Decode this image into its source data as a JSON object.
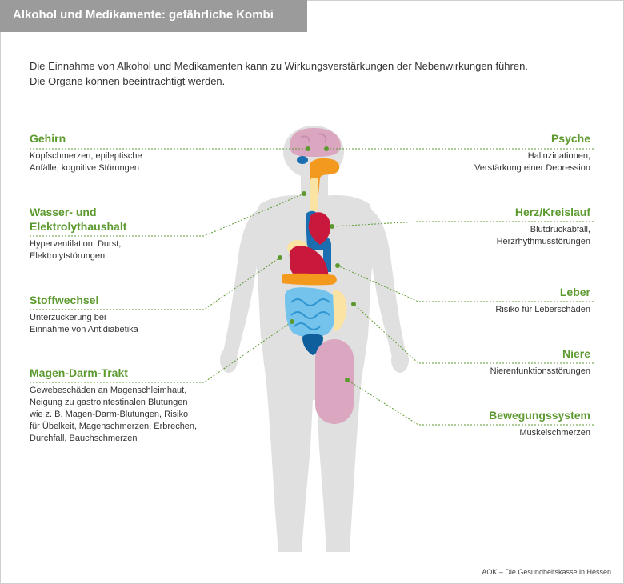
{
  "title": "Alkohol und Medikamente: gefährliche Kombi",
  "intro": {
    "line1": "Die Einnahme von Alkohol und Medikamenten kann zu Wirkungsverstärkungen der Nebenwirkungen führen.",
    "line2": "Die Organe können beeinträchtigt werden."
  },
  "left": [
    {
      "heading": "Gehirn",
      "lines": [
        "Kopfschmerzen, epileptische",
        "Anfälle, kognitive Störungen"
      ]
    },
    {
      "heading_lines": [
        "Wasser- und",
        "Elektrolythaushalt"
      ],
      "lines": [
        "Hyperventilation, Durst,",
        "Elektrolytstörungen"
      ]
    },
    {
      "heading": "Stoffwechsel",
      "lines": [
        "Unterzuckerung bei",
        "Einnahme von Antidiabetika"
      ]
    },
    {
      "heading": "Magen-Darm-Trakt",
      "lines": [
        "Gewebeschäden an Magenschleimhaut,",
        "Neigung zu gastrointestinalen Blutungen",
        "wie z. B. Magen-Darm-Blutungen, Risiko",
        "für Übelkeit, Magenschmerzen, Erbrechen,",
        "Durchfall, Bauchschmerzen"
      ]
    }
  ],
  "right": [
    {
      "heading": "Psyche",
      "lines": [
        "Halluzinationen,",
        "Verstärkung einer Depression"
      ]
    },
    {
      "heading": "Herz/Kreislauf",
      "lines": [
        "Blutdruckabfall,",
        "Herzrhythmusstörungen"
      ]
    },
    {
      "heading": "Leber",
      "lines": [
        "Risiko für Leberschäden"
      ]
    },
    {
      "heading": "Niere",
      "lines": [
        "Nierenfunktionsstörungen"
      ]
    },
    {
      "heading": "Bewegungssystem",
      "lines": [
        "Muskelschmerzen"
      ]
    }
  ],
  "credit": "AOK – Die Gesundheitskasse in Hessen",
  "colors": {
    "title_bg": "#9b9b9b",
    "heading_green": "#5c9a2f",
    "body_gray": "#e0e0e0",
    "brain_pink": "#dba6c0",
    "heart_red": "#c8193c",
    "vessel_blue": "#1b6fb0",
    "intestine_blue": "#74c3ec",
    "bladder_blue": "#0e5f9c",
    "orange": "#f39a1e",
    "yellow": "#fbe3a3"
  }
}
